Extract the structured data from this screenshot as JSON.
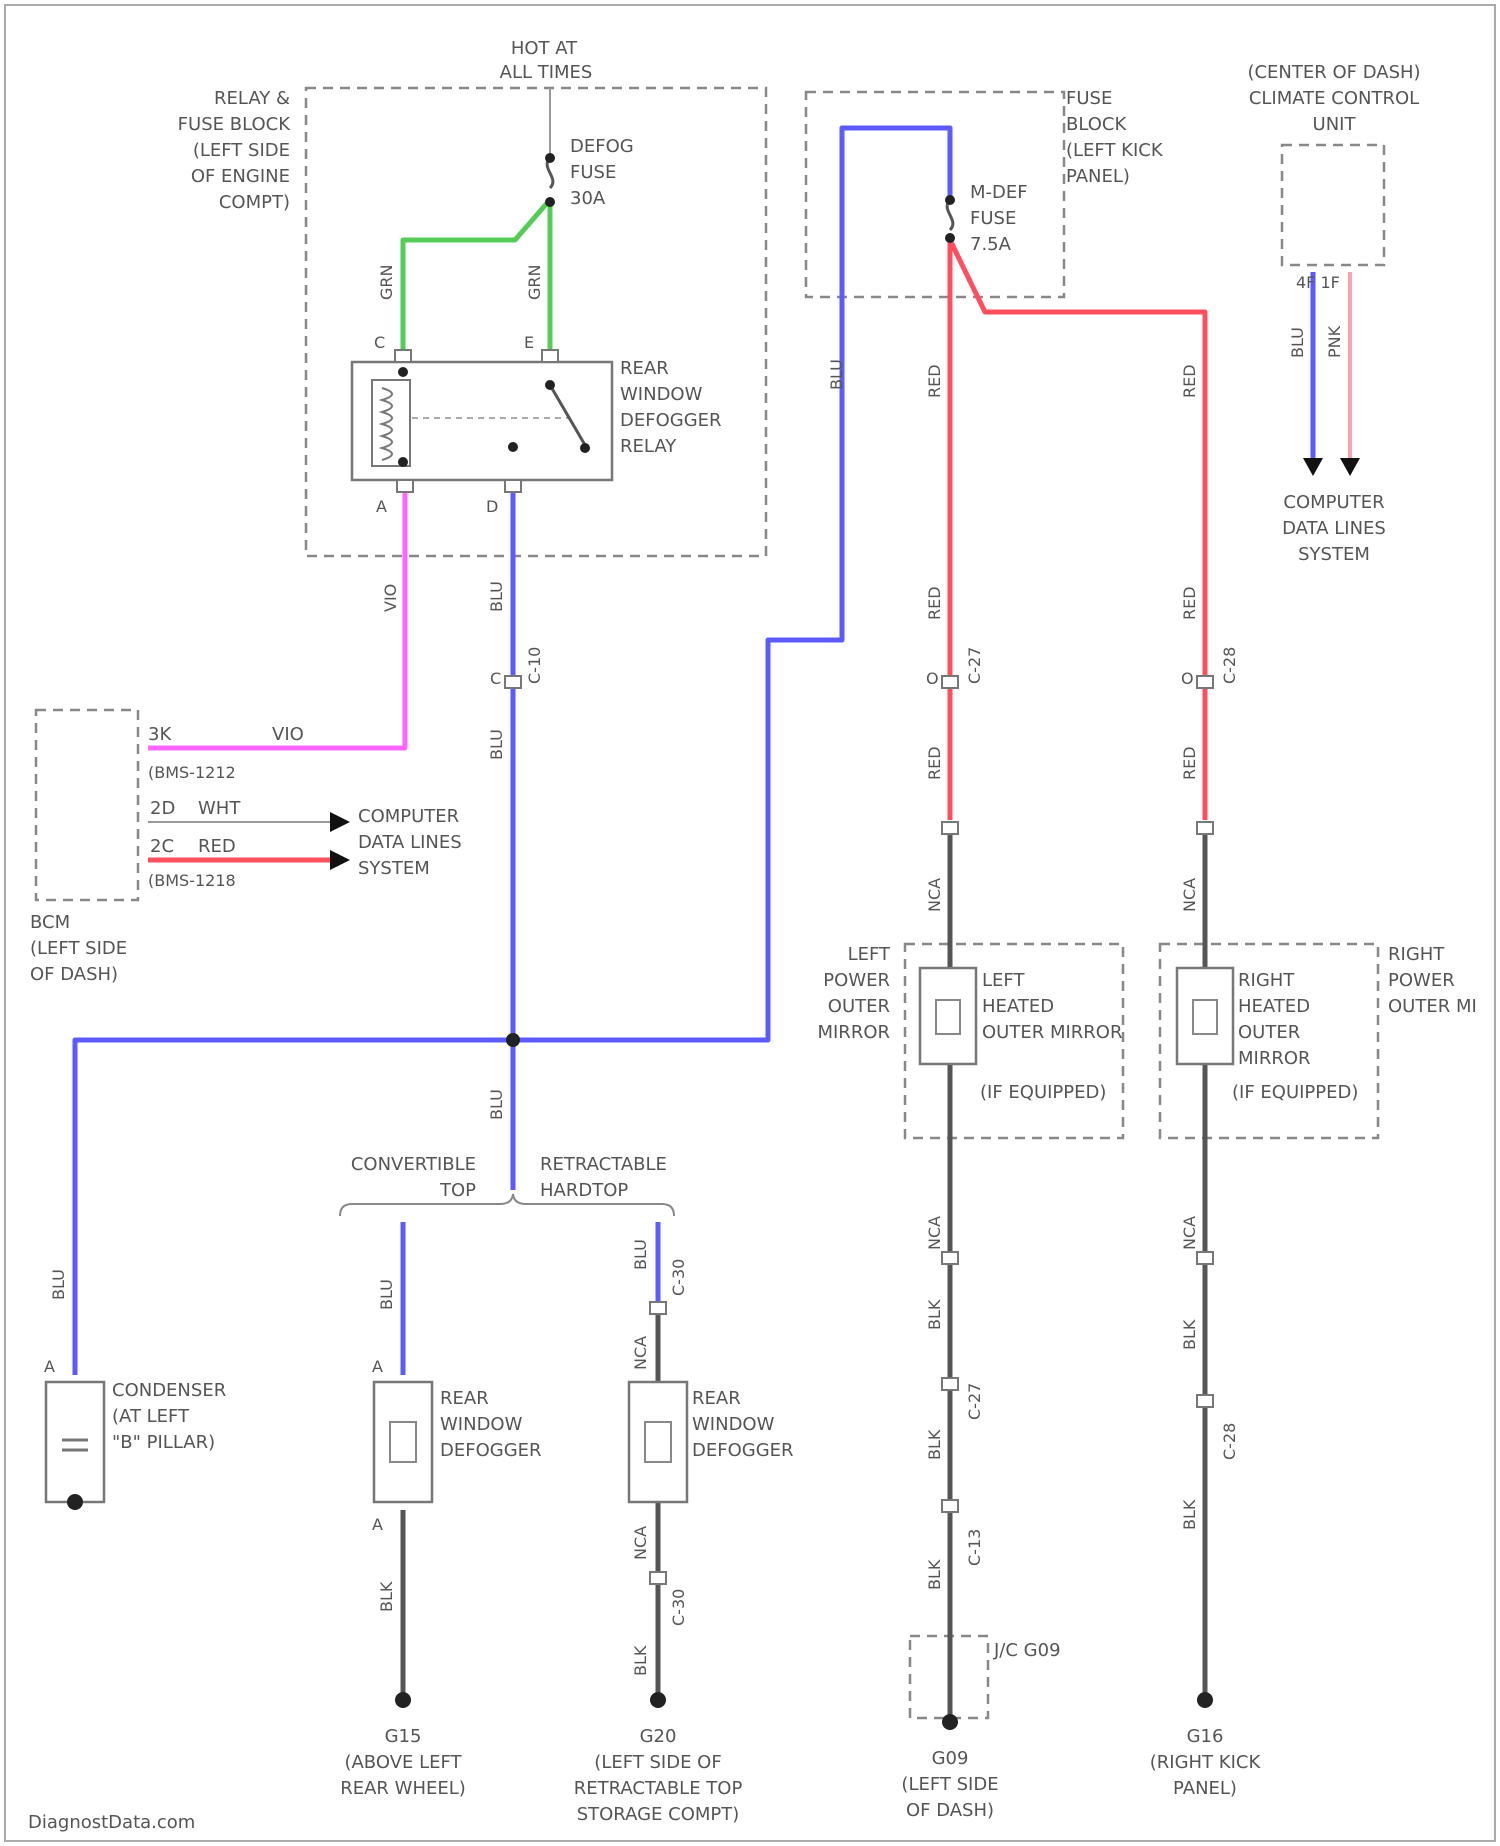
{
  "title": "",
  "colors": {
    "blu": "#5b5bff",
    "red": "#ff4f5f",
    "grn": "#55cc55",
    "vio": "#ff66ff",
    "pnk": "#ff9fb0",
    "blk": "#555555"
  },
  "power": {
    "hot_line1": "HOT AT",
    "hot_line2": "ALL TIMES"
  },
  "relay_block": {
    "label": [
      "RELAY &",
      "FUSE BLOCK",
      "(LEFT SIDE",
      "OF ENGINE",
      "COMPT)"
    ],
    "defog_fuse": [
      "DEFOG",
      "FUSE",
      "30A"
    ],
    "relay_label": [
      "REAR",
      "WINDOW",
      "DEFOGGER",
      "RELAY"
    ],
    "wire_grn1": "GRN",
    "wire_grn2": "GRN",
    "pin_c": "C",
    "pin_e": "E",
    "pin_a": "A",
    "pin_d": "D"
  },
  "fuse_block": {
    "label": [
      "FUSE",
      "BLOCK",
      "(LEFT KICK",
      "PANEL)"
    ],
    "fuse": [
      "M-DEF",
      "FUSE",
      "7.5A"
    ]
  },
  "climate": {
    "label": [
      "(CENTER OF DASH)",
      "CLIMATE CONTROL",
      "UNIT"
    ],
    "pins": "4F  1F",
    "wire1": "BLU",
    "wire2": "PNK",
    "dest": [
      "COMPUTER",
      "DATA LINES",
      "SYSTEM"
    ]
  },
  "bcm": {
    "label": [
      "BCM",
      "(LEFT SIDE",
      "OF DASH)"
    ],
    "pin1": "3K",
    "wire1": "VIO",
    "conn1": "(BMS-1212",
    "pin2": "2D",
    "wire2": "WHT",
    "pin3": "2C",
    "wire3": "RED",
    "conn3": "(BMS-1218",
    "dest": [
      "COMPUTER",
      "DATA LINES",
      "SYSTEM"
    ]
  },
  "wires": {
    "vio": "VIO",
    "blu": "BLU",
    "red": "RED",
    "nca": "NCA",
    "blk": "BLK",
    "c10": "C-10",
    "c27": "C-27",
    "c28": "C-28",
    "c30": "C-30",
    "c13": "C-13"
  },
  "mirrors": {
    "left_side": [
      "LEFT",
      "POWER",
      "OUTER",
      "MIRROR"
    ],
    "left_element": [
      "LEFT",
      "HEATED",
      "OUTER MIRROR"
    ],
    "right_side": [
      "RIGHT",
      "POWER",
      "OUTER MI"
    ],
    "right_element": [
      "RIGHT",
      "HEATED",
      "OUTER",
      "MIRROR"
    ],
    "if_equipped": "(IF EQUIPPED)"
  },
  "options": {
    "convertible": [
      "CONVERTIBLE",
      "TOP"
    ],
    "hardtop": [
      "RETRACTABLE",
      "HARDTOP"
    ]
  },
  "loads": {
    "condenser": [
      "CONDENSER",
      "(AT LEFT",
      "\"B\" PILLAR)"
    ],
    "defogger1": [
      "REAR",
      "WINDOW",
      "DEFOGGER"
    ],
    "defogger2": [
      "REAR",
      "WINDOW",
      "DEFOGGER"
    ]
  },
  "grounds": {
    "g15": [
      "G15",
      "(ABOVE LEFT",
      "REAR WHEEL)"
    ],
    "g20": [
      "G20",
      "(LEFT SIDE OF",
      "RETRACTABLE TOP",
      "STORAGE COMPT)"
    ],
    "g09": [
      "G09",
      "(LEFT SIDE",
      "OF DASH)"
    ],
    "g16": [
      "G16",
      "(RIGHT KICK",
      "PANEL)"
    ],
    "jc": "J/C G09"
  },
  "footer": "DiagnostData.com"
}
